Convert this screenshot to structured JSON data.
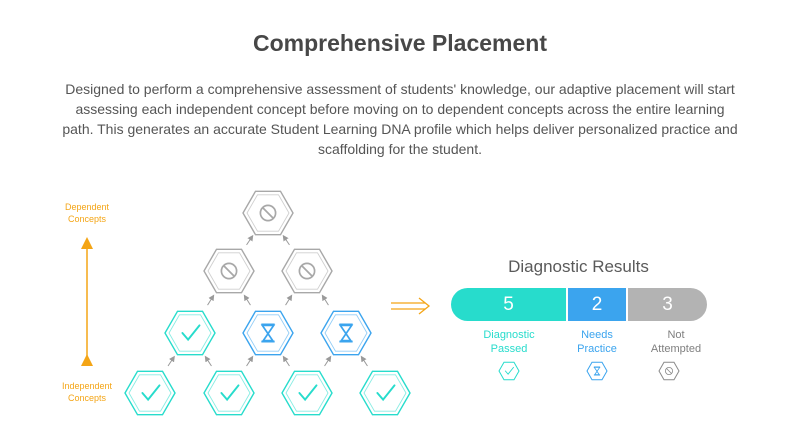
{
  "header": {
    "title": "Comprehensive Placement",
    "description": "Designed to perform a comprehensive assessment of students' knowledge, our adaptive placement will start assessing each independent concept before moving on to dependent concepts across the entire learning path. This generates an accurate Student Learning DNA profile which helps deliver personalized practice and scaffolding for the student."
  },
  "diagram": {
    "top_label": "Dependent\nConcepts",
    "bottom_label": "Independent\nConcepts",
    "colors": {
      "passed": "#27dccc",
      "practice": "#3ba4ee",
      "not_attempted": "#a8a8a8",
      "axis": "#f4a516"
    },
    "nodes": [
      {
        "status": "not_attempted",
        "icon": "no-entry-icon"
      },
      {
        "status": "not_attempted",
        "icon": "no-entry-icon"
      },
      {
        "status": "not_attempted",
        "icon": "no-entry-icon"
      },
      {
        "status": "passed",
        "icon": "check-icon"
      },
      {
        "status": "practice",
        "icon": "hourglass-icon"
      },
      {
        "status": "practice",
        "icon": "hourglass-icon"
      },
      {
        "status": "passed",
        "icon": "check-icon"
      },
      {
        "status": "passed",
        "icon": "check-icon"
      },
      {
        "status": "passed",
        "icon": "check-icon"
      },
      {
        "status": "passed",
        "icon": "check-icon"
      }
    ]
  },
  "results": {
    "title": "Diagnostic Results",
    "passed": {
      "count": "5",
      "label": "Diagnostic\nPassed",
      "color": "#27dccc",
      "icon": "check-icon"
    },
    "practice": {
      "count": "2",
      "label": "Needs\nPractice",
      "color": "#3ba4ee",
      "icon": "hourglass-icon"
    },
    "not_attempted": {
      "count": "3",
      "label": "Not\nAttempted",
      "color": "#8a8a8a",
      "icon": "no-entry-icon"
    }
  }
}
